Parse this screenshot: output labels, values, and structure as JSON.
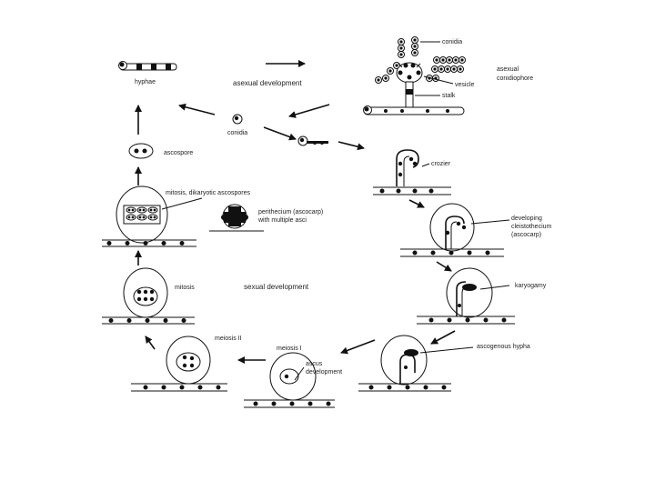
{
  "labels": {
    "conidia_top": "conidia",
    "asexual_conidiophore_1": "asexual",
    "asexual_conidiophore_2": "conidiophore",
    "vesicle": "vesicle",
    "stalk": "stalk",
    "hyphae": "hyphae",
    "asexual_development": "asexual development",
    "conidia_mid": "conidia",
    "ascospore": "ascospore",
    "mitosis_dikaryotic": "mitosis, dikaryotic ascospores",
    "perithecium_1": "perithecium (ascocarp)",
    "perithecium_2": "with multiple asci",
    "crozier": "crozier",
    "cleistothecium_1": "developing",
    "cleistothecium_2": "cleistothecium",
    "cleistothecium_3": "(ascocarp)",
    "mitosis": "mitosis",
    "sexual_development": "sexual development",
    "karyogamy": "karyogamy",
    "meiosis_ii": "meiosis II",
    "meiosis_i": "meiosis I",
    "ascus_dev_1": "ascus",
    "ascus_dev_2": "development",
    "ascogenous_hypha": "ascogenous hypha"
  }
}
